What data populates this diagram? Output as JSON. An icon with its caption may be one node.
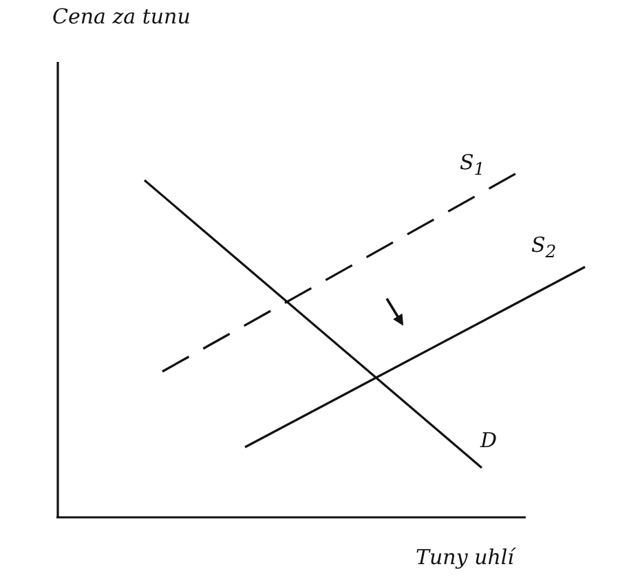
{
  "diagram": {
    "labels": [
      "Cena za tunu",
      "S$_{1}$",
      "S$_{2}$",
      "D",
      "Tuny uhlí"
    ]
  }
}
